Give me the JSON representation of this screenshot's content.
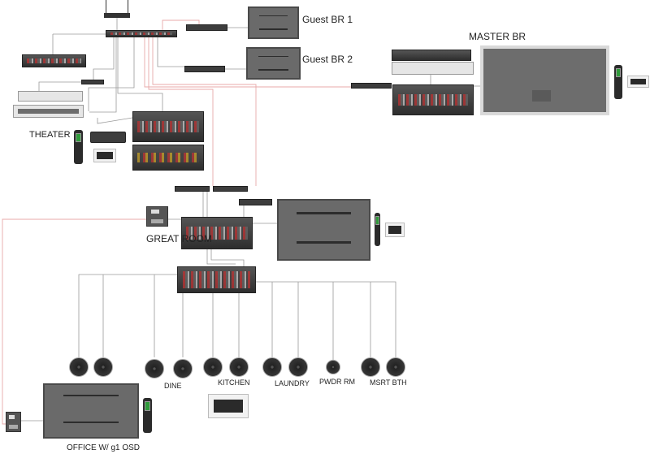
{
  "rooms": {
    "guest_br_1": "Guest BR 1",
    "guest_br_2": "Guest BR 2",
    "master_br": "MASTER BR",
    "theater": "THEATER",
    "great_room": "GREAT ROOM",
    "dine": "DINE",
    "kitchen": "KITCHEN",
    "laundry": "LAUNDRY",
    "pwdr_rm": "PWDR RM",
    "msrt_bth": "MSRT BTH",
    "office": "OFFICE W/ g1 OSD"
  },
  "colors": {
    "cat_cable": "#e8a8a8",
    "signal_cable": "#9a9a9a",
    "device": "#3d3d3d"
  }
}
